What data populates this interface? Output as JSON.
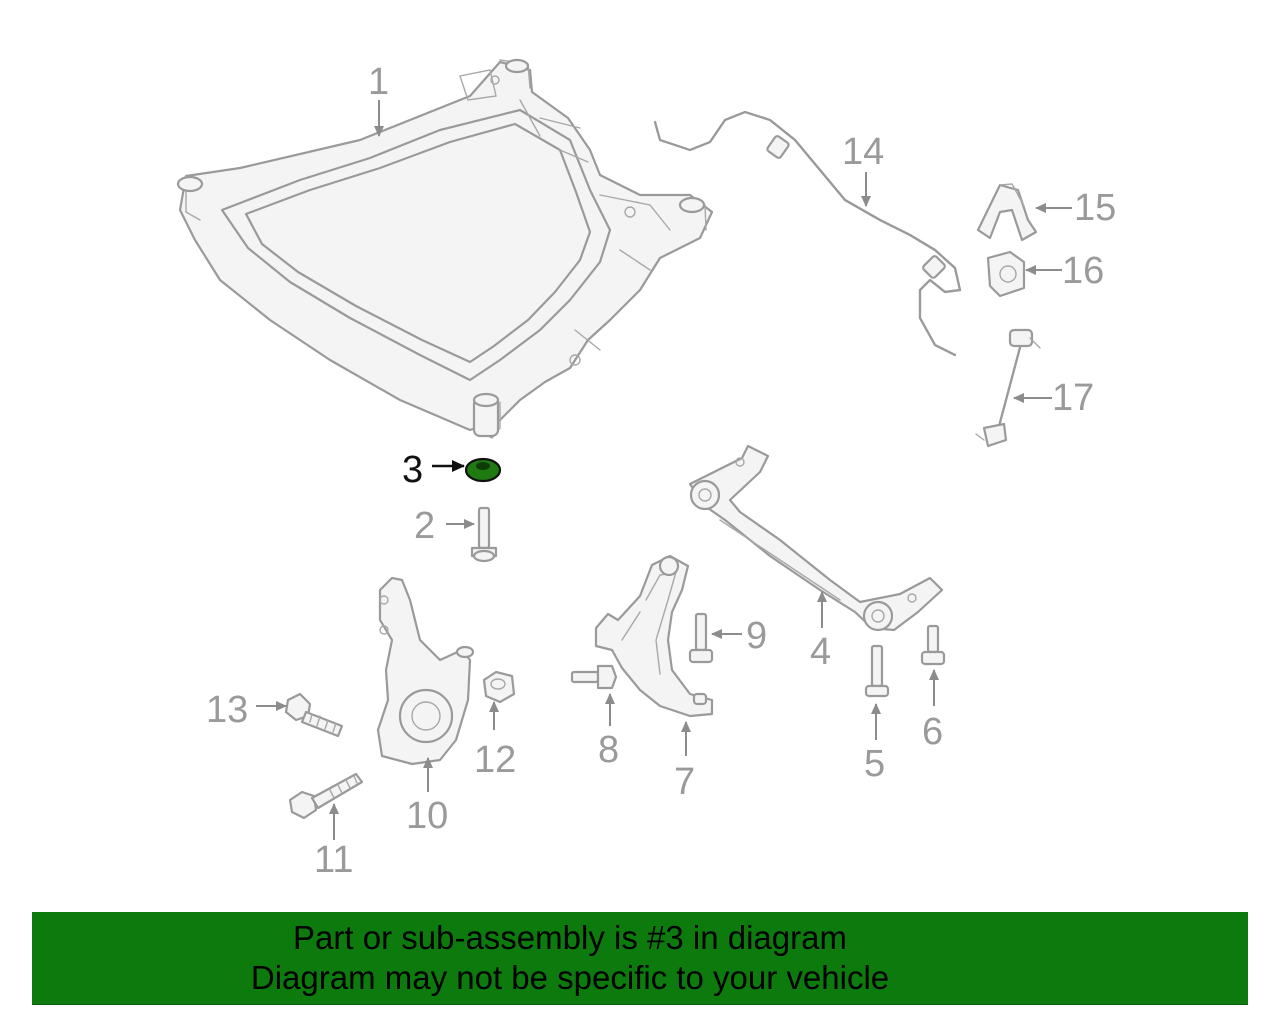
{
  "diagram": {
    "highlight_color": "#1f7a12",
    "banner_color": "#0c7a0c",
    "callouts": {
      "c1": "1",
      "c2": "2",
      "c3": "3",
      "c4": "4",
      "c5": "5",
      "c6": "6",
      "c7": "7",
      "c8": "8",
      "c9": "9",
      "c10": "10",
      "c11": "11",
      "c12": "12",
      "c13": "13",
      "c14": "14",
      "c15": "15",
      "c16": "16",
      "c17": "17"
    },
    "highlighted_part": "3"
  },
  "banner": {
    "line1": "Part or sub-assembly is #3 in diagram",
    "line2": "Diagram may not be specific to your vehicle"
  }
}
